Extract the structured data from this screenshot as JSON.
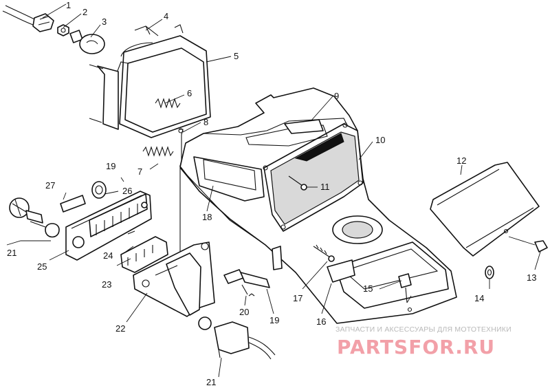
{
  "diagram": {
    "callouts": [
      {
        "id": "c1",
        "text": "1"
      },
      {
        "id": "c2",
        "text": "2"
      },
      {
        "id": "c3",
        "text": "3"
      },
      {
        "id": "c4",
        "text": "4"
      },
      {
        "id": "c5",
        "text": "5"
      },
      {
        "id": "c6",
        "text": "6"
      },
      {
        "id": "c7",
        "text": "7"
      },
      {
        "id": "c8",
        "text": "8"
      },
      {
        "id": "c9",
        "text": "9"
      },
      {
        "id": "c10",
        "text": "10"
      },
      {
        "id": "c11",
        "text": "11"
      },
      {
        "id": "c12",
        "text": "12"
      },
      {
        "id": "c13",
        "text": "13"
      },
      {
        "id": "c14",
        "text": "14"
      },
      {
        "id": "c15",
        "text": "15"
      },
      {
        "id": "c16",
        "text": "16"
      },
      {
        "id": "c17",
        "text": "17"
      },
      {
        "id": "c18",
        "text": "18"
      },
      {
        "id": "c19a",
        "text": "19"
      },
      {
        "id": "c19b",
        "text": "19"
      },
      {
        "id": "c20",
        "text": "20"
      },
      {
        "id": "c21a",
        "text": "21"
      },
      {
        "id": "c21b",
        "text": "21"
      },
      {
        "id": "c22",
        "text": "22"
      },
      {
        "id": "c23",
        "text": "23"
      },
      {
        "id": "c24",
        "text": "24"
      },
      {
        "id": "c25",
        "text": "25"
      },
      {
        "id": "c26",
        "text": "26"
      },
      {
        "id": "c27",
        "text": "27"
      }
    ]
  },
  "watermark": {
    "tagline": "ЗАПЧАСТИ И АКСЕССУАРЫ ДЛЯ МОТОТЕХНИКИ",
    "logo": "PARTSFOR.RU",
    "logo_color": "#f2a0a8"
  }
}
